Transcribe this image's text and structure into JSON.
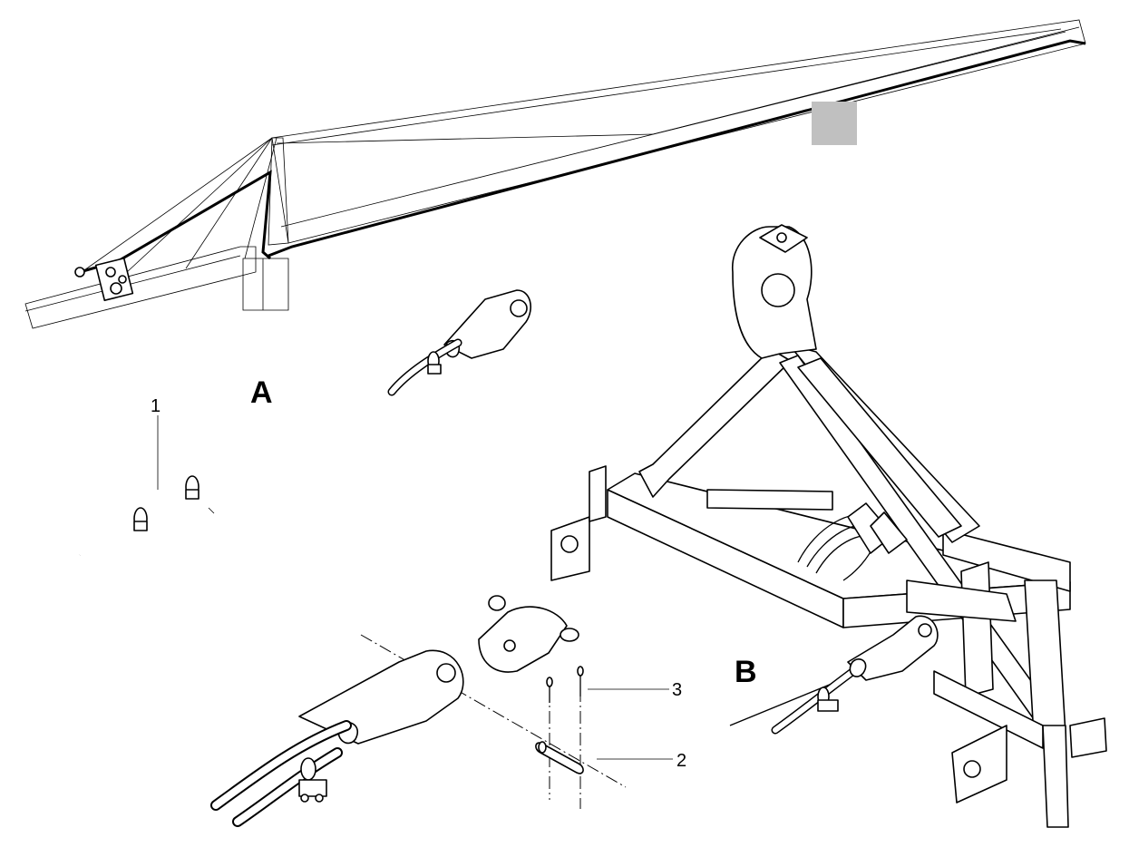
{
  "labels": {
    "view_a": "A",
    "view_b": "B",
    "callout_1": "1",
    "callout_2": "2",
    "callout_3": "3"
  },
  "colors": {
    "line": "#000000",
    "background": "#ffffff",
    "placeholder_box": "#c0c0c0"
  }
}
